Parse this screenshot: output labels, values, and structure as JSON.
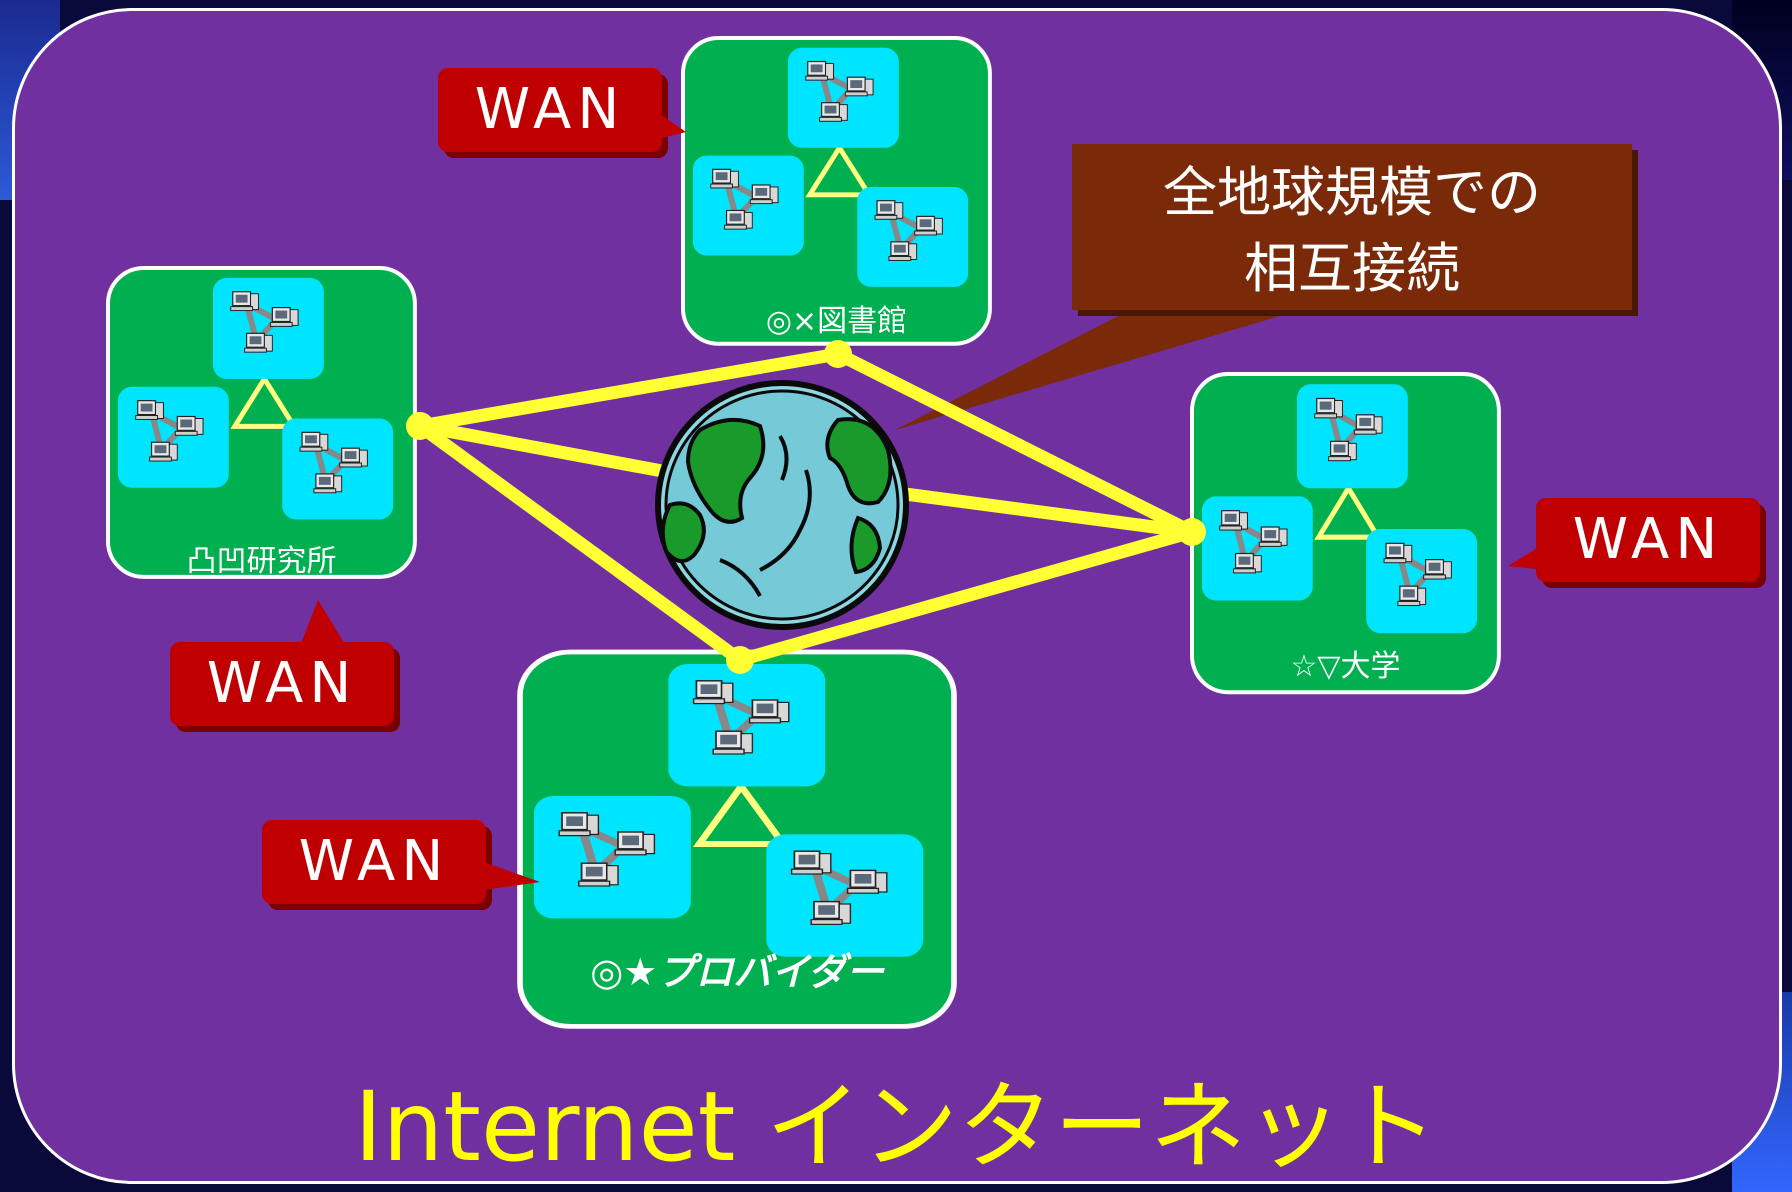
{
  "title": "Internet インターネット",
  "callout": {
    "line1": "全地球規模での",
    "line2": "相互接続"
  },
  "wan_label": "WAN",
  "nodes": {
    "library": "◎×図書館",
    "lab": "凸凹研究所",
    "university": "☆▽大学",
    "provider": "◎★プロバイダー"
  },
  "colors": {
    "panel": "#7030a0",
    "lan_box": "#00b050",
    "cluster": "#00e5ff",
    "link": "#ffff33",
    "wan_callout": "#c00000",
    "globe_callout": "#7a2a08"
  }
}
